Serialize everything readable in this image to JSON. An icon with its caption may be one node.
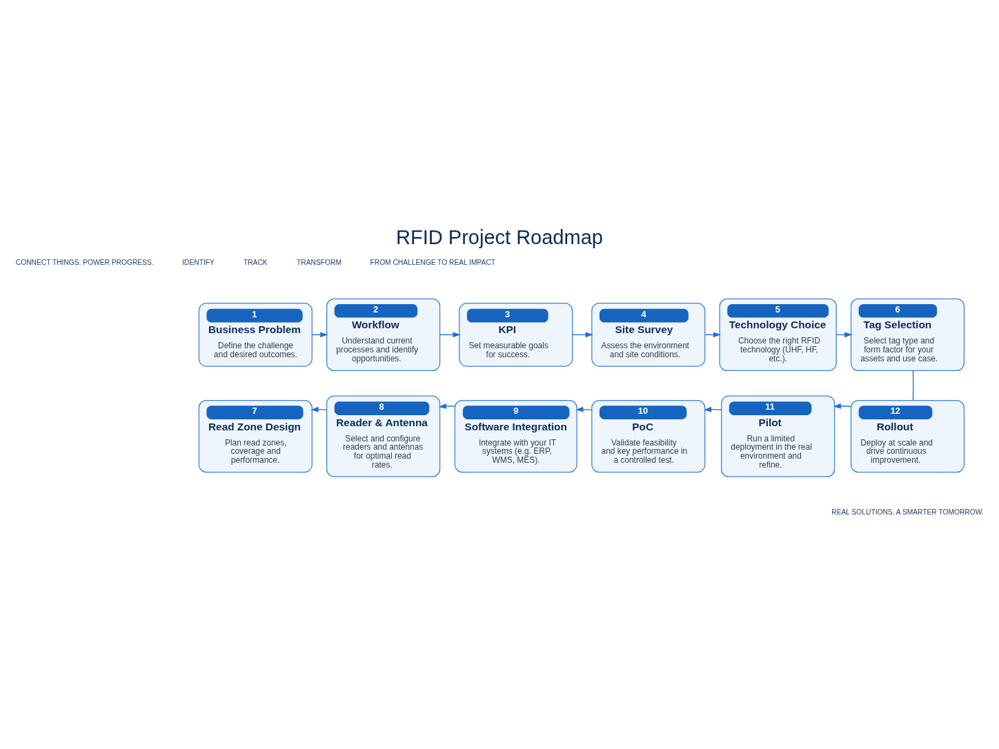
{
  "diagram": {
    "title": "RFID Project Roadmap",
    "nodes": [
      {
        "text": [
          "1",
          "Business Problem",
          "Define the challenge and desired outcomes."
        ]
      },
      {
        "text": [
          "2",
          "Workflow",
          "Understand current processes and identify opportunities."
        ]
      },
      {
        "text": [
          "3",
          "KPI",
          "Set measurable goals for success."
        ]
      },
      {
        "text": [
          "4",
          "Site Survey",
          "Assess the environment and site conditions."
        ]
      },
      {
        "text": [
          "5",
          "Technology Choice",
          "Choose the right RFID technology (UHF, HF, etc.)."
        ]
      },
      {
        "text": [
          "6",
          "Tag Selection",
          "Select tag type and form factor for your assets and use case."
        ]
      },
      {
        "text": [
          "7",
          "Read Zone Design",
          "Plan read zones, coverage and performance."
        ]
      },
      {
        "text": [
          "8",
          "Reader & Antenna",
          "Select and configure readers and antennas for optimal read rates."
        ]
      },
      {
        "text": [
          "9",
          "Software Integration",
          "Integrate with your IT systems (e.g. ERP, WMS, MES)."
        ]
      },
      {
        "text": [
          "10",
          "PoC",
          "Validate feasibility and key performance in a controlled test."
        ]
      },
      {
        "text": [
          "11",
          "Pilot",
          "Run a limited deployment in the real environment and refine."
        ]
      },
      {
        "text": [
          "12",
          "Rollout",
          "Deploy at scale and drive continuous improvement."
        ]
      }
    ],
    "edges": [
      {
        "from": 0,
        "to": 1,
        "arrow": "to"
      },
      {
        "from": 1,
        "to": 2,
        "arrow": "to"
      },
      {
        "from": 2,
        "to": 3,
        "arrow": "to"
      },
      {
        "from": 3,
        "to": 4,
        "arrow": "to"
      },
      {
        "from": 4,
        "to": 5,
        "arrow": "to"
      },
      {
        "from": 5,
        "to": 11,
        "arrow": "none"
      },
      {
        "from": 11,
        "to": 10,
        "arrow": "to"
      },
      {
        "from": 10,
        "to": 9,
        "arrow": "to"
      },
      {
        "from": 9,
        "to": 8,
        "arrow": "to"
      },
      {
        "from": 8,
        "to": 7,
        "arrow": "to"
      },
      {
        "from": 7,
        "to": 6,
        "arrow": "to"
      }
    ],
    "labels": [
      "CONNECT THINGS. POWER PROGRESS.",
      "IDENTIFY",
      "TRACK",
      "TRANSFORM",
      "FROM CHALLENGE TO REAL IMPACT",
      "REAL SOLUTIONS. A SMARTER TOMORROW."
    ]
  }
}
